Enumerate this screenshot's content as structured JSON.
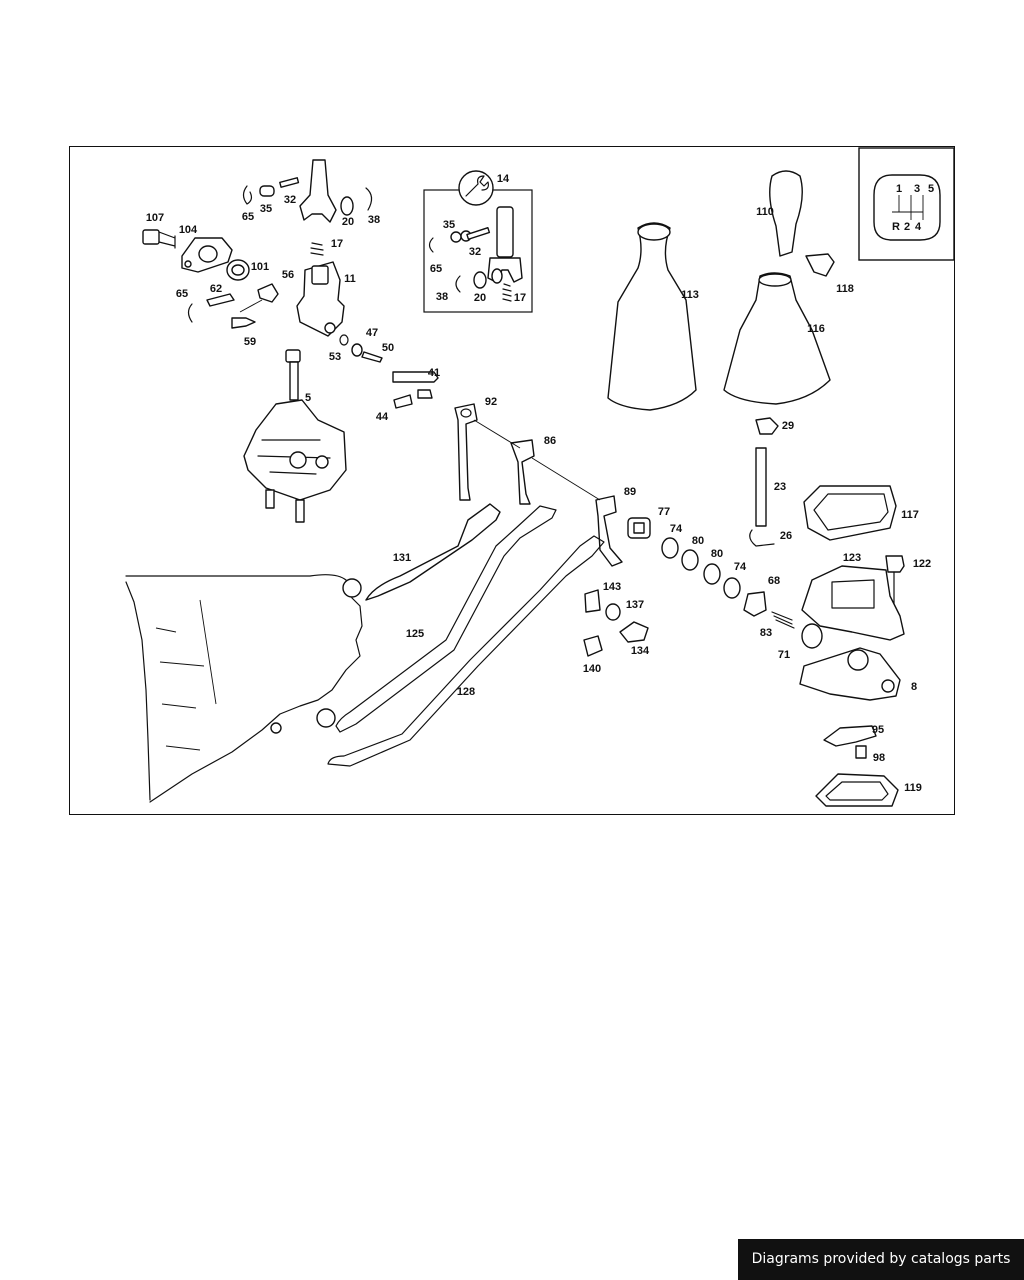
{
  "credit": "Diagrams provided by catalogs parts",
  "shift_pattern": {
    "top": [
      "1",
      "3",
      "5"
    ],
    "bottom": [
      "R",
      "2",
      "4"
    ]
  },
  "part_labels": [
    "107",
    "104",
    "65",
    "35",
    "32",
    "20",
    "38",
    "17",
    "101",
    "56",
    "11",
    "65",
    "62",
    "59",
    "53",
    "47",
    "50",
    "41",
    "44",
    "5",
    "14",
    "35",
    "32",
    "65",
    "38",
    "20",
    "17",
    "110",
    "113",
    "116",
    "118",
    "29",
    "23",
    "26",
    "117",
    "92",
    "86",
    "89",
    "77",
    "74",
    "80",
    "80",
    "74",
    "68",
    "83",
    "71",
    "123",
    "122",
    "8",
    "95",
    "98",
    "119",
    "131",
    "125",
    "128",
    "143",
    "137",
    "134",
    "140"
  ]
}
